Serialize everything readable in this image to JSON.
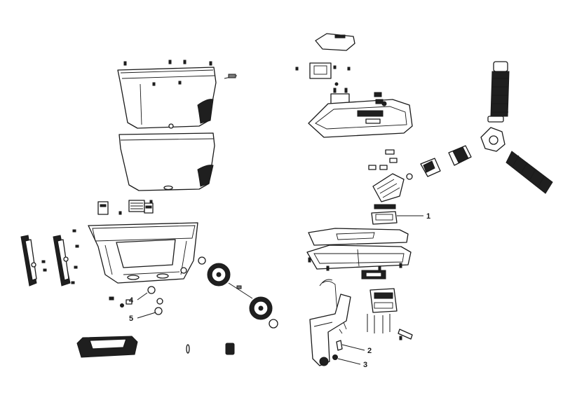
{
  "callouts": {
    "c1": "1",
    "c2": "2",
    "c3": "3",
    "c4": "4",
    "c5": "5"
  },
  "colors": {
    "line": "#1a1a1a",
    "hose": "#1f1f1f",
    "background": "#ffffff"
  }
}
